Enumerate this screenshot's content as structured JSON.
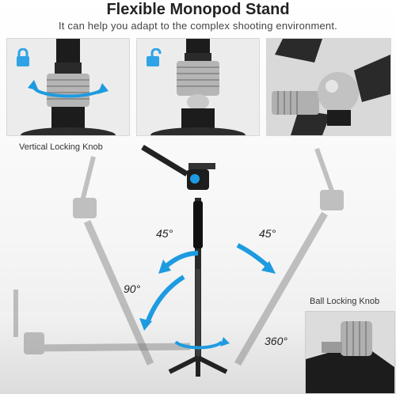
{
  "header": {
    "title": "Flexible Monopod Stand",
    "subtitle": "It can help you adapt to the complex shooting environment."
  },
  "panels": [
    {
      "icon": "lock-icon"
    },
    {
      "icon": "unlock-icon"
    },
    {
      "icon": "ball-head-icon"
    }
  ],
  "labels": {
    "vertical_knob": "Vertical Locking Knob",
    "ball_knob": "Ball Locking Knob"
  },
  "angles": {
    "left": "45°",
    "right": "45°",
    "tilt": "90°",
    "rotate": "360°"
  },
  "colors": {
    "accent_blue": "#1e9be0",
    "lock_blue": "#2ea4e6"
  }
}
